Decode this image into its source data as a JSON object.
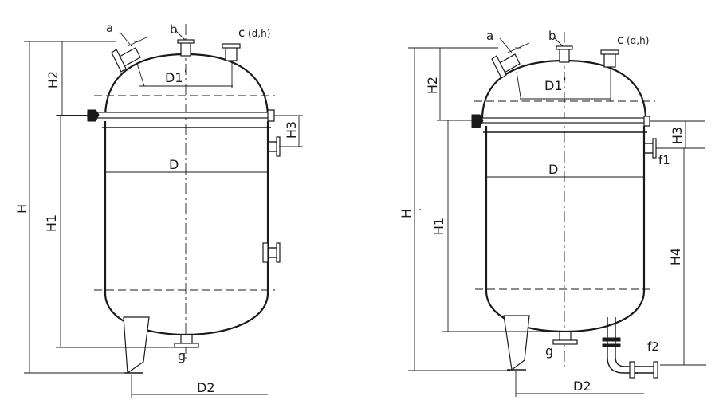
{
  "vessel_left": {
    "labels": {
      "a": "a",
      "b": "b",
      "c": "c",
      "c_suffix": "(d,h)",
      "D1": "D1",
      "D1_prime": "'",
      "D": "D",
      "H": "H",
      "H1": "H1",
      "H2": "H2",
      "H3": "H3",
      "g": "g",
      "D2": "D2"
    }
  },
  "vessel_right": {
    "labels": {
      "a": "a",
      "b": "b",
      "c": "c",
      "c_suffix": "(d,h)",
      "D1": "D1",
      "D1_prime": "'",
      "D": "D",
      "H": "H",
      "H_mark": "·",
      "H1": "H1",
      "H2": "H2",
      "H3": "H3",
      "H4": "H4",
      "f1": "f1",
      "f2": "f2",
      "g": "g",
      "D2": "D2"
    }
  }
}
